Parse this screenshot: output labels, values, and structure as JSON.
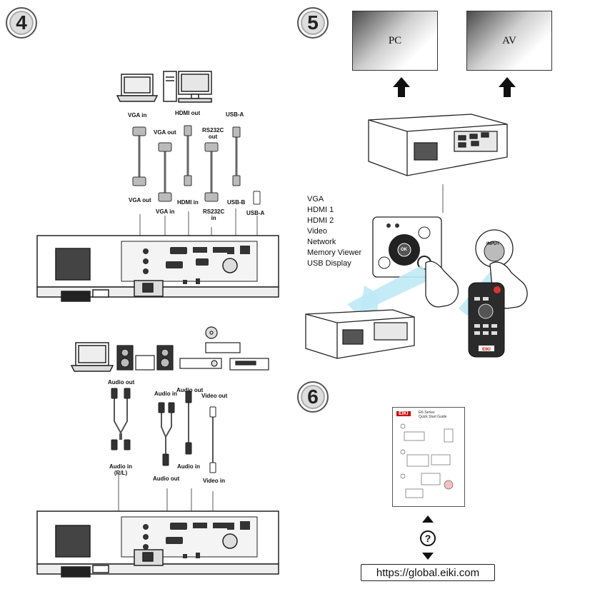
{
  "steps": {
    "four": "4",
    "five": "5",
    "six": "6"
  },
  "diagram_top": {
    "vga_in": "VGA in",
    "hdmi_out": "HDMI out",
    "usb_a_top": "USB-A",
    "vga_out_mid": "VGA out",
    "rs232c_out": "RS232C\nout",
    "vga_out": "VGA out",
    "hdmi_in": "HDMI in",
    "usb_b": "USB-B",
    "vga_in_mid": "VGA in",
    "rs232c_in": "RS232C\nin",
    "usb_a": "USB-A"
  },
  "diagram_audio": {
    "audio_out_left": "Audio out",
    "audio_in_mid": "Audio in",
    "audio_out_right": "Audio out",
    "video_out": "Video out",
    "audio_in_rl": "Audio in\n(R/L)",
    "audio_in_right": "Audio in",
    "audio_out_bottom": "Audio out",
    "video_in": "Video in"
  },
  "screens": {
    "pc": "PC",
    "av": "AV"
  },
  "input_list": [
    "VGA",
    "HDMI 1",
    "HDMI 2",
    "Video",
    "Network",
    "Memory Viewer",
    "USB Display"
  ],
  "remote": {
    "input_button": "INPUT",
    "ok_button": "OK",
    "brand": "EIKI"
  },
  "guide": {
    "brand": "EIKI",
    "title": "EK-Series",
    "subtitle": "Quick Start Guide"
  },
  "website": "https://global.eiki.com"
}
